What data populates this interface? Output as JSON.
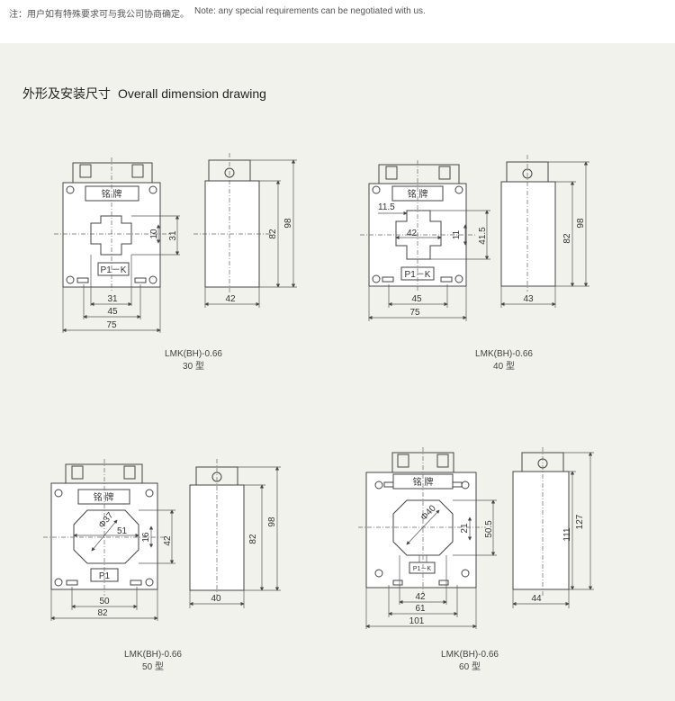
{
  "note": {
    "cn": "注：用户如有特殊要求可与我公司协商确定。",
    "en": "Note: any special requirements can be negotiated with us."
  },
  "heading": {
    "cn": "外形及安装尺寸",
    "en": "Overall dimension drawing"
  },
  "nameplate_label": "铭  牌",
  "models": [
    {
      "model": "LMK(BH)-0.66",
      "type": "30 型",
      "terminal": "P1－K",
      "dims": {
        "width": "75",
        "mount": "45",
        "window": "31",
        "window_h": "31",
        "slot": "10",
        "height": "82",
        "total_height": "98",
        "depth": "42"
      }
    },
    {
      "model": "LMK(BH)-0.66",
      "type": "40 型",
      "terminal": "P1－K",
      "dims": {
        "width": "75",
        "mount": "45",
        "window": "42",
        "window_h": "41.5",
        "slot": "11",
        "offset": "11.5",
        "height": "82",
        "total_height": "98",
        "depth": "43"
      }
    },
    {
      "model": "LMK(BH)-0.66",
      "type": "50 型",
      "terminal": "P1",
      "dims": {
        "width": "82",
        "mount": "50",
        "window": "51",
        "window_h": "42",
        "slot": "16",
        "diameter": "Φ37",
        "height": "82",
        "total_height": "98",
        "depth": "40"
      }
    },
    {
      "model": "LMK(BH)-0.66",
      "type": "60 型",
      "terminal": "P1－K",
      "dims": {
        "width": "101",
        "mount": "61",
        "window": "42",
        "window_h": "50.5",
        "slot": "21",
        "diameter": "Φ40",
        "height": "111",
        "total_height": "127",
        "depth": "44"
      }
    }
  ]
}
